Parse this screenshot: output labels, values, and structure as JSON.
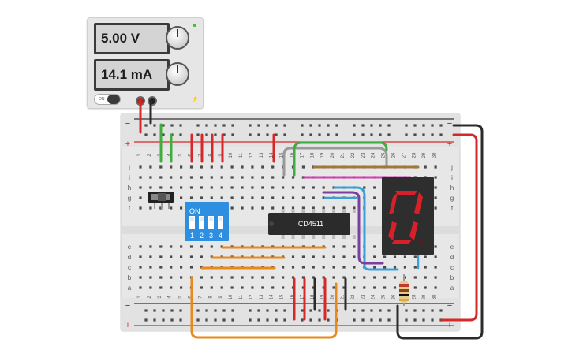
{
  "power_supply": {
    "voltage_display": "5.00 V",
    "current_display": "14.1 mA",
    "on_label": "ON",
    "indicator_color": "#39c43a"
  },
  "breadboard": {
    "minus_label": "−",
    "plus_label": "+",
    "row_letters_top": [
      "j",
      "i",
      "h",
      "g",
      "f"
    ],
    "row_letters_bottom": [
      "e",
      "d",
      "c",
      "b",
      "a"
    ],
    "column_count": 30
  },
  "ic": {
    "label": "CD4511"
  },
  "dip_switch": {
    "on_label": "ON",
    "switch_numbers": [
      "1",
      "2",
      "3",
      "4"
    ]
  },
  "seven_segment": {
    "digit": "0",
    "segment_color": "#d6202a"
  },
  "colors": {
    "wire_red": "#d62828",
    "wire_black": "#2b2b2b",
    "wire_green": "#3fae3f",
    "wire_orange": "#e8891a",
    "wire_blue": "#3aa0d8",
    "wire_purple": "#7b3fa0",
    "wire_brown": "#a0783c",
    "wire_pink": "#d63fb4",
    "wire_gray": "#999999",
    "dip_blue": "#2e8fe0"
  }
}
